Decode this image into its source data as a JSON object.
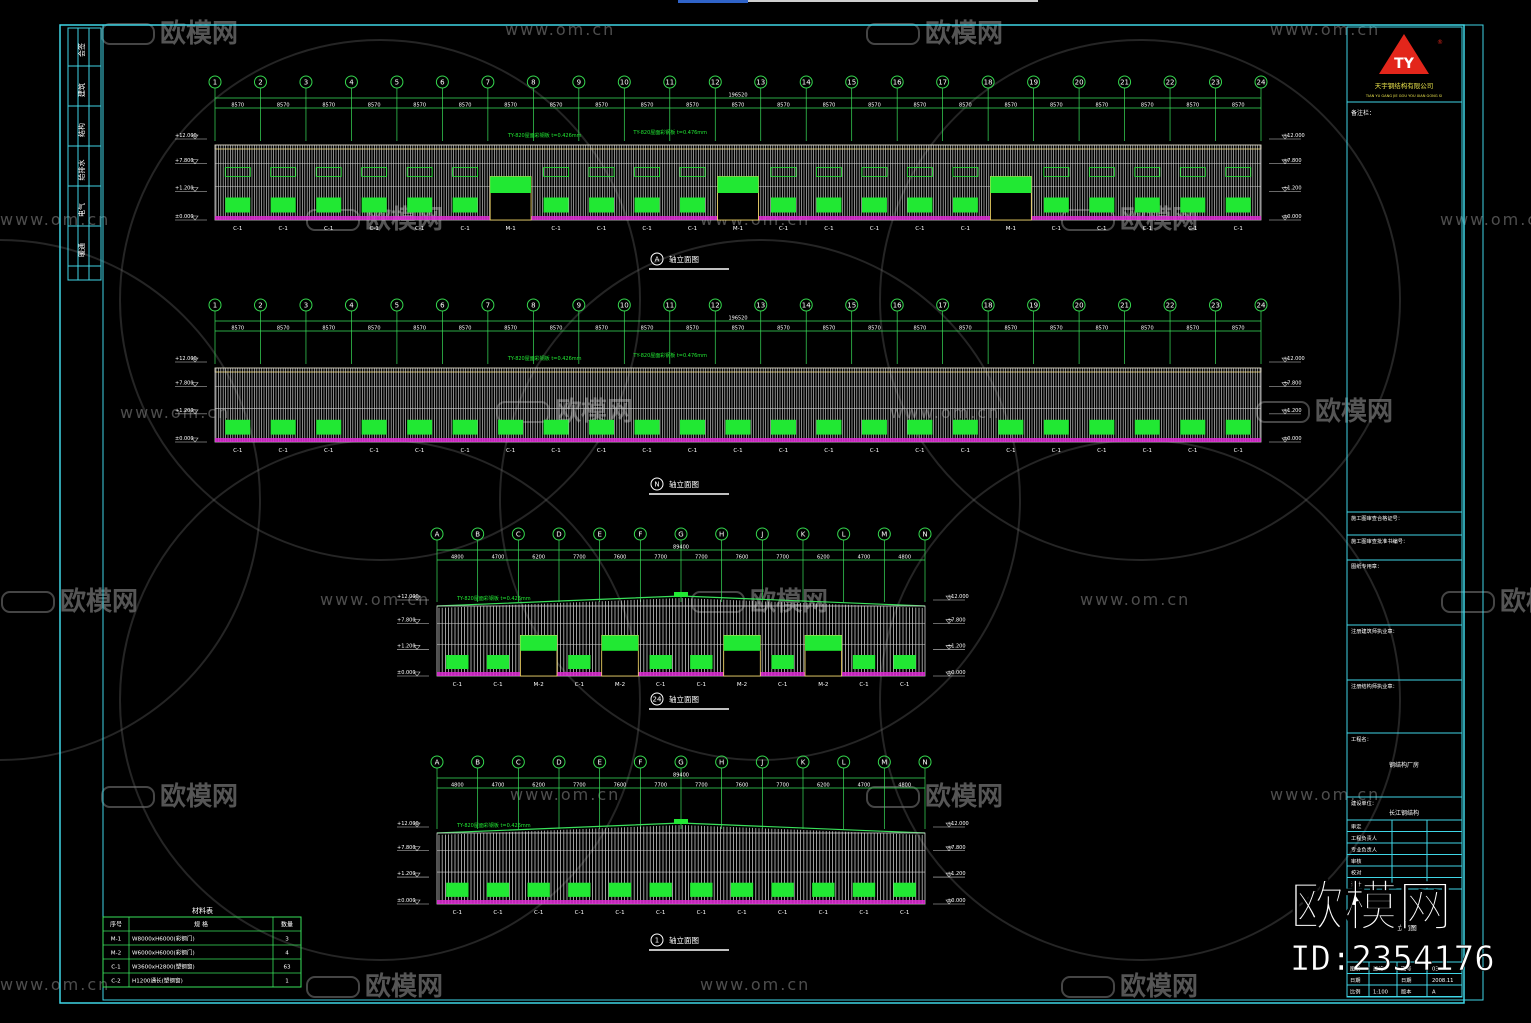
{
  "colors": {
    "frame": "#3fd5e6",
    "axis_line": "#39e05a",
    "bubble": "#35d84e",
    "dim_text": "#ffffff",
    "facade_stripe": "#d8d8d8",
    "window": "#21e833",
    "plinth": "#e02bd6",
    "roof_band": "#ffe06a",
    "logo_red": "#e3261b",
    "watermark": "#9a9a9a"
  },
  "watermark": {
    "brand": "欧模网",
    "site": "www.om.cn",
    "id_label": "ID:2354176"
  },
  "elevation_A": {
    "axes": [
      "1",
      "2",
      "3",
      "4",
      "5",
      "6",
      "7",
      "8",
      "9",
      "10",
      "11",
      "12",
      "13",
      "14",
      "15",
      "16",
      "17",
      "18",
      "19",
      "20",
      "21",
      "22",
      "23",
      "24"
    ],
    "spacing_label": "8570",
    "total_label": "196520",
    "roof_note_1": "TY-820屋面彩钢板 t=0.426mm",
    "roof_note_2": "TY-820屋面彩钢板 t=0.476mm",
    "levels": [
      "+12.000",
      "+7.800",
      "+1.200",
      "±0.000"
    ],
    "bottom_labels": [
      "C-1",
      "C-1",
      "C-1",
      "C-1",
      "C-1",
      "C-1",
      "M-1",
      "C-1",
      "C-1",
      "C-1",
      "C-1",
      "M-1",
      "C-1",
      "C-1",
      "C-1",
      "C-1",
      "C-1",
      "M-1",
      "C-1",
      "C-1",
      "C-1",
      "C-1",
      "C-1"
    ],
    "caption_axis": "A",
    "caption": "轴立面图"
  },
  "elevation_N": {
    "axes": [
      "1",
      "2",
      "3",
      "4",
      "5",
      "6",
      "7",
      "8",
      "9",
      "10",
      "11",
      "12",
      "13",
      "14",
      "15",
      "16",
      "17",
      "18",
      "19",
      "20",
      "21",
      "22",
      "23",
      "24"
    ],
    "spacing_label": "8570",
    "total_label": "196520",
    "roof_note_1": "TY-820屋面彩钢板 t=0.426mm",
    "roof_note_2": "TY-820屋面彩钢板 t=0.476mm",
    "levels": [
      "+12.000",
      "+7.800",
      "+1.200",
      "±0.000"
    ],
    "bottom_labels": [
      "C-1",
      "C-1",
      "C-1",
      "C-1",
      "C-1",
      "C-1",
      "C-1",
      "C-1",
      "C-1",
      "C-1",
      "C-1",
      "C-1",
      "C-1",
      "C-1",
      "C-1",
      "C-1",
      "C-1",
      "C-1",
      "C-1",
      "C-1",
      "C-1",
      "C-1",
      "C-1"
    ],
    "caption_axis": "N",
    "caption": "轴立面图"
  },
  "elevation_24": {
    "axes": [
      "A",
      "B",
      "C",
      "D",
      "E",
      "F",
      "G",
      "H",
      "J",
      "K",
      "L",
      "M",
      "N"
    ],
    "spacing_labels": [
      "4800",
      "4700",
      "6200",
      "7700",
      "7600",
      "7700",
      "7700",
      "7600",
      "7700",
      "6200",
      "4700",
      "4800"
    ],
    "total_label": "89400",
    "roof_note": "TY-820屋面彩钢板 t=0.426mm",
    "levels": [
      "+12.000",
      "+7.800",
      "+1.200",
      "±0.000"
    ],
    "bottom_labels": [
      "C-1",
      "C-1",
      "M-2",
      "C-1",
      "M-2",
      "C-1",
      "C-1",
      "M-2",
      "C-1",
      "M-2",
      "C-1",
      "C-1"
    ],
    "caption_axis": "24",
    "caption": "轴立面图"
  },
  "elevation_1": {
    "axes": [
      "A",
      "B",
      "C",
      "D",
      "E",
      "F",
      "G",
      "H",
      "J",
      "K",
      "L",
      "M",
      "N"
    ],
    "spacing_labels": [
      "4800",
      "4700",
      "6200",
      "7700",
      "7600",
      "7700",
      "7700",
      "7600",
      "7700",
      "6200",
      "4700",
      "4800"
    ],
    "total_label": "89400",
    "roof_note": "TY-820屋面彩钢板 t=0.426mm",
    "levels": [
      "+12.000",
      "+7.800",
      "+1.200",
      "±0.000"
    ],
    "bottom_labels": [
      "C-1",
      "C-1",
      "C-1",
      "C-1",
      "C-1",
      "C-1",
      "C-1",
      "C-1",
      "C-1",
      "C-1",
      "C-1",
      "C-1"
    ],
    "caption_axis": "1",
    "caption": "轴立面图"
  },
  "material_table": {
    "title": "材料表",
    "headers": [
      "序号",
      "规   格",
      "数量"
    ],
    "rows": [
      [
        "M-1",
        "W8000xH6000(彩钢门)",
        "3"
      ],
      [
        "M-2",
        "W6000xH6000(彩钢门)",
        "4"
      ],
      [
        "C-1",
        "W3600xH2800(塑钢窗)",
        "63"
      ],
      [
        "C-2",
        "H1200通长(塑钢窗)",
        "1"
      ]
    ]
  },
  "left_strip": {
    "labels": [
      "会签",
      "建筑",
      "结构",
      "给排水",
      "电气",
      "暖通"
    ]
  },
  "title_block": {
    "company": "天宇钢结构有限公司",
    "company_pinyin": "TIAN YU GANG JIE GOU YOU XIAN GONG SI",
    "notes_label": "备注栏：",
    "rows": [
      "施工图审查合格证号：",
      "施工图审查批准书编号：",
      "图纸专用章：",
      "注册建筑师执业章：",
      "注册结构师执业章："
    ],
    "project_label": "工程名：",
    "project_name": "钢结构厂房",
    "client_label": "建设单位：",
    "client_name": "长江钢结构",
    "roles": [
      "审定",
      "工程负责人",
      "专业负责人",
      "审核",
      "校对",
      "设计"
    ],
    "drawing_name": "立面图",
    "meta": [
      [
        "图别",
        "建施",
        "图号",
        "03"
      ],
      [
        "日期",
        "",
        "日期",
        "2008.11"
      ],
      [
        "比例",
        "1:100",
        "版本",
        "A"
      ]
    ]
  }
}
